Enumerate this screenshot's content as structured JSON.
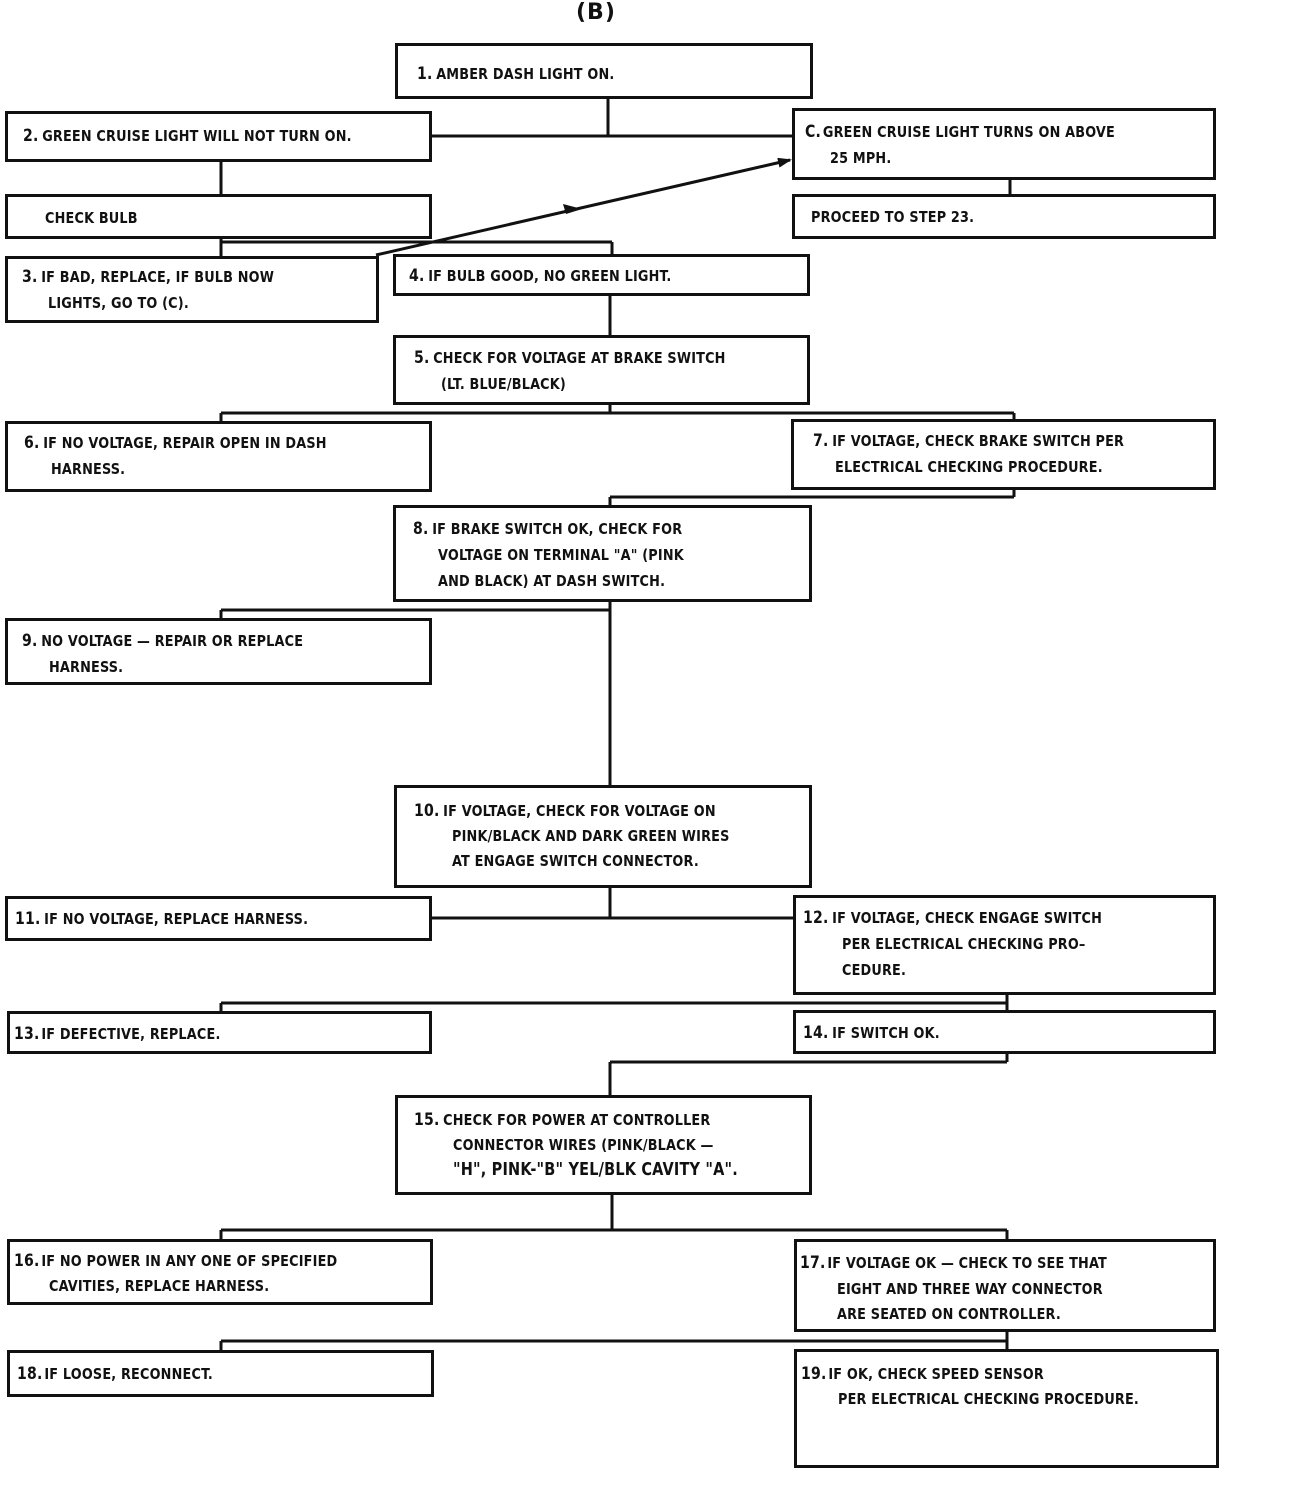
{
  "diagram": {
    "title": "(B)",
    "steps": [
      {
        "id": "s1",
        "num": "1.",
        "lines": [
          "AMBER DASH LIGHT ON."
        ]
      },
      {
        "id": "s2",
        "num": "2.",
        "lines": [
          "GREEN CRUISE LIGHT WILL NOT TURN ON."
        ]
      },
      {
        "id": "sC",
        "num": "C.",
        "lines": [
          "GREEN CRUISE LIGHT TURNS ON ABOVE",
          "25 MPH."
        ]
      },
      {
        "id": "sBulb",
        "num": "",
        "lines": [
          "CHECK BULB"
        ]
      },
      {
        "id": "sP",
        "num": "",
        "lines": [
          "PROCEED TO STEP 23."
        ]
      },
      {
        "id": "s3",
        "num": "3.",
        "lines": [
          "IF BAD, REPLACE, IF BULB NOW",
          "LIGHTS, GO TO (C)."
        ]
      },
      {
        "id": "s4",
        "num": "4.",
        "lines": [
          "IF BULB GOOD, NO GREEN LIGHT."
        ]
      },
      {
        "id": "s5",
        "num": "5.",
        "lines": [
          "CHECK FOR VOLTAGE AT BRAKE SWITCH",
          "(LT. BLUE/BLACK)"
        ]
      },
      {
        "id": "s6",
        "num": "6.",
        "lines": [
          "IF NO VOLTAGE, REPAIR OPEN IN DASH",
          "HARNESS."
        ]
      },
      {
        "id": "s7",
        "num": "7.",
        "lines": [
          "IF VOLTAGE, CHECK BRAKE SWITCH PER",
          "ELECTRICAL CHECKING PROCEDURE."
        ]
      },
      {
        "id": "s8",
        "num": "8.",
        "lines": [
          "IF BRAKE SWITCH OK, CHECK FOR",
          "VOLTAGE ON TERMINAL \"A\" (PINK",
          "AND BLACK) AT DASH SWITCH."
        ]
      },
      {
        "id": "s9",
        "num": "9.",
        "lines": [
          "NO VOLTAGE — REPAIR OR REPLACE",
          "HARNESS."
        ]
      },
      {
        "id": "s10",
        "num": "10.",
        "lines": [
          "IF VOLTAGE, CHECK FOR VOLTAGE ON",
          "PINK/BLACK AND DARK GREEN WIRES",
          "AT ENGAGE SWITCH CONNECTOR."
        ]
      },
      {
        "id": "s11",
        "num": "11.",
        "lines": [
          "IF NO VOLTAGE, REPLACE HARNESS."
        ]
      },
      {
        "id": "s12",
        "num": "12.",
        "lines": [
          "IF VOLTAGE, CHECK ENGAGE SWITCH",
          "PER ELECTRICAL CHECKING PRO–",
          "CEDURE."
        ]
      },
      {
        "id": "s13",
        "num": "13.",
        "lines": [
          "IF DEFECTIVE, REPLACE."
        ]
      },
      {
        "id": "s14",
        "num": "14.",
        "lines": [
          "IF SWITCH OK."
        ]
      },
      {
        "id": "s15",
        "num": "15.",
        "lines": [
          "CHECK FOR POWER AT CONTROLLER",
          "CONNECTOR WIRES (PINK/BLACK —",
          "\"H\", PINK-\"B\" YEL/BLK CAVITY \"A\"."
        ]
      },
      {
        "id": "s16",
        "num": "16.",
        "lines": [
          "IF NO POWER IN ANY ONE OF SPECIFIED",
          "CAVITIES, REPLACE HARNESS."
        ]
      },
      {
        "id": "s17",
        "num": "17.",
        "lines": [
          "IF VOLTAGE OK — CHECK TO SEE THAT",
          "EIGHT AND THREE WAY CONNECTOR",
          "ARE SEATED ON CONTROLLER."
        ]
      },
      {
        "id": "s18",
        "num": "18.",
        "lines": [
          "IF LOOSE, RECONNECT."
        ]
      },
      {
        "id": "s19",
        "num": "19.",
        "lines": [
          "IF OK, CHECK SPEED SENSOR",
          "PER ELECTRICAL CHECKING PROCEDURE."
        ]
      }
    ]
  }
}
